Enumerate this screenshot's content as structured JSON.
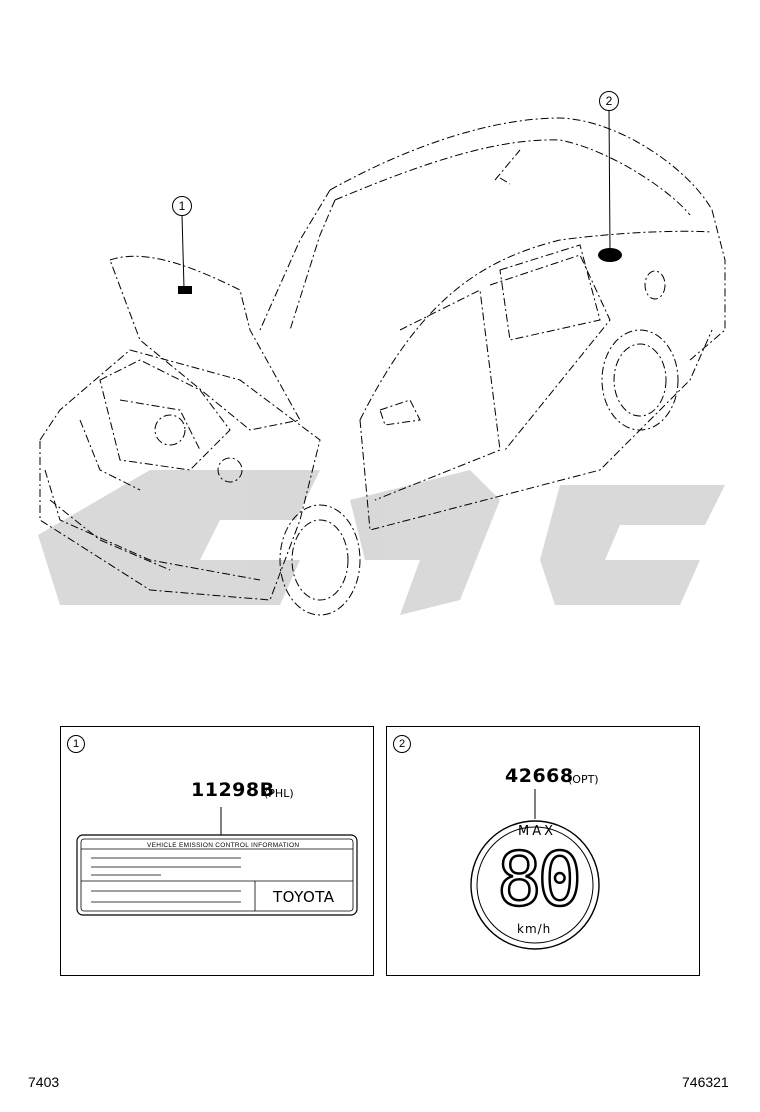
{
  "callouts": [
    {
      "number": "1"
    },
    {
      "number": "2"
    }
  ],
  "panels": [
    {
      "number": "1",
      "part_number": "11298B",
      "part_note": "(PHL)",
      "label": {
        "heading": "VEHICLE EMISSION CONTROL INFORMATION",
        "brand": "TOYOTA"
      }
    },
    {
      "number": "2",
      "part_number": "42668",
      "part_note": "(OPT)",
      "sign": {
        "top_text": "MAX",
        "value": "80",
        "unit": "km/h"
      }
    }
  ],
  "footer": {
    "left": "7403",
    "right": "746321"
  },
  "watermark": {
    "color": "#d0d0d0"
  }
}
